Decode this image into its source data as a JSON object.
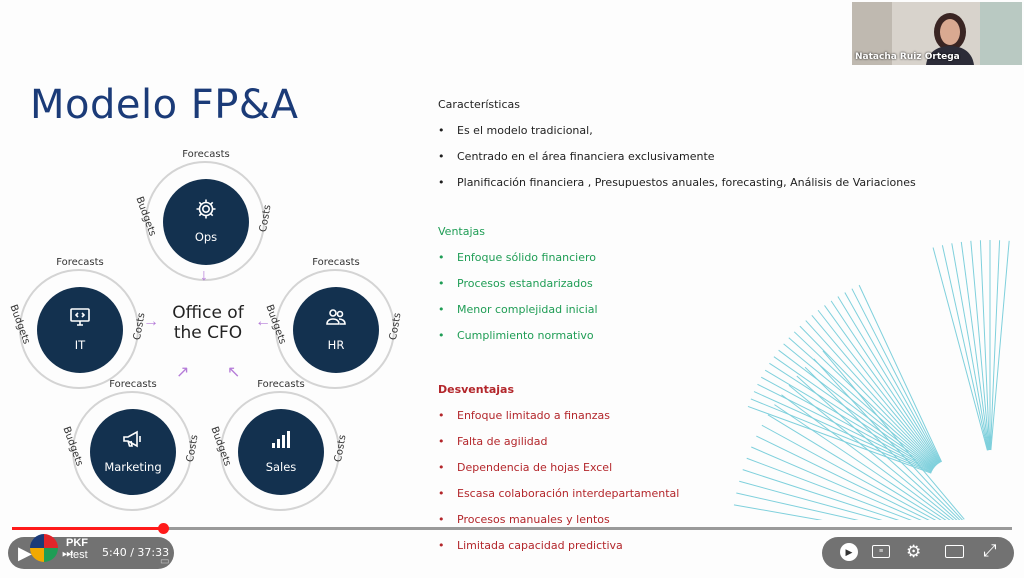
{
  "slide": {
    "title": "Modelo FP&A",
    "center": "Office of the CFO",
    "nodes": [
      {
        "key": "ops",
        "label": "Ops",
        "icon": "gear-icon"
      },
      {
        "key": "it",
        "label": "IT",
        "icon": "code-monitor-icon"
      },
      {
        "key": "hr",
        "label": "HR",
        "icon": "people-icon"
      },
      {
        "key": "marketing",
        "label": "Marketing",
        "icon": "megaphone-icon"
      },
      {
        "key": "sales",
        "label": "Sales",
        "icon": "bar-chart-icon"
      }
    ],
    "ring_labels": {
      "top": "Forecasts",
      "left": "Budgets",
      "right": "Costs"
    },
    "caracteristicas": {
      "heading": "Características",
      "items": [
        "Es el modelo tradicional,",
        "Centrado en el área financiera exclusivamente",
        "Planificación financiera , Presupuestos anuales, forecasting, Análisis de Variaciones"
      ]
    },
    "ventajas": {
      "heading": "Ventajas",
      "items": [
        "Enfoque sólido financiero",
        "Procesos estandarizados",
        "Menor complejidad inicial",
        "Cumplimiento normativo"
      ]
    },
    "desventajas": {
      "heading": "Desventajas",
      "items": [
        "Enfoque limitado a finanzas",
        "Falta de agilidad",
        "Dependencia de hojas Excel",
        "Escasa colaboración interdepartamental",
        "Procesos manuales y lentos",
        "Limitada capacidad predictiva"
      ]
    },
    "colors": {
      "title": "#1b3b78",
      "node": "#13314f",
      "green": "#1f9d55",
      "red": "#b3262b",
      "deco": "#7fd0dc"
    }
  },
  "webcam": {
    "name": "Natacha Ruiz Ortega"
  },
  "player": {
    "time": "5:40 / 37:33",
    "progress": 0.151,
    "brand": "PKF",
    "brand_sub": "test",
    "accent": "#ff1a1a"
  }
}
